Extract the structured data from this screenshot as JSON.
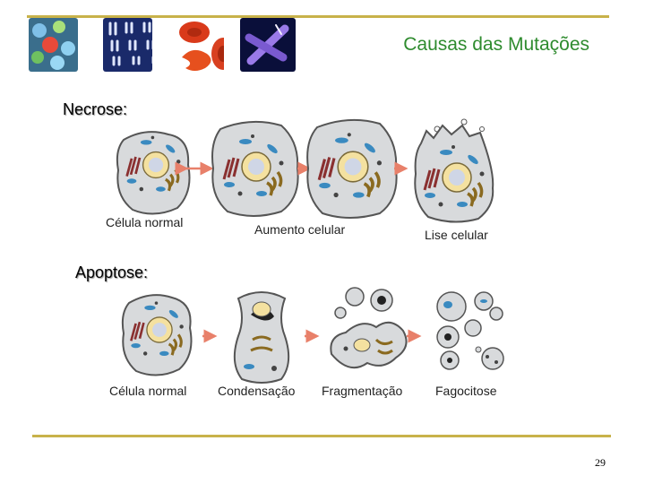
{
  "slide": {
    "title": "Causas das Mutações",
    "page_number": "29"
  },
  "necrose": {
    "heading": "Necrose:",
    "captions": [
      "Célula normal",
      "Aumento celular",
      "Lise celular"
    ]
  },
  "apoptose": {
    "heading": "Apoptose:",
    "captions": [
      "Célula normal",
      "Condensação",
      "Fragmentação",
      "Fagocitose"
    ]
  },
  "colors": {
    "rule": "#c8b24a",
    "title": "#2e8b2e",
    "arrow": "#e8806a"
  }
}
